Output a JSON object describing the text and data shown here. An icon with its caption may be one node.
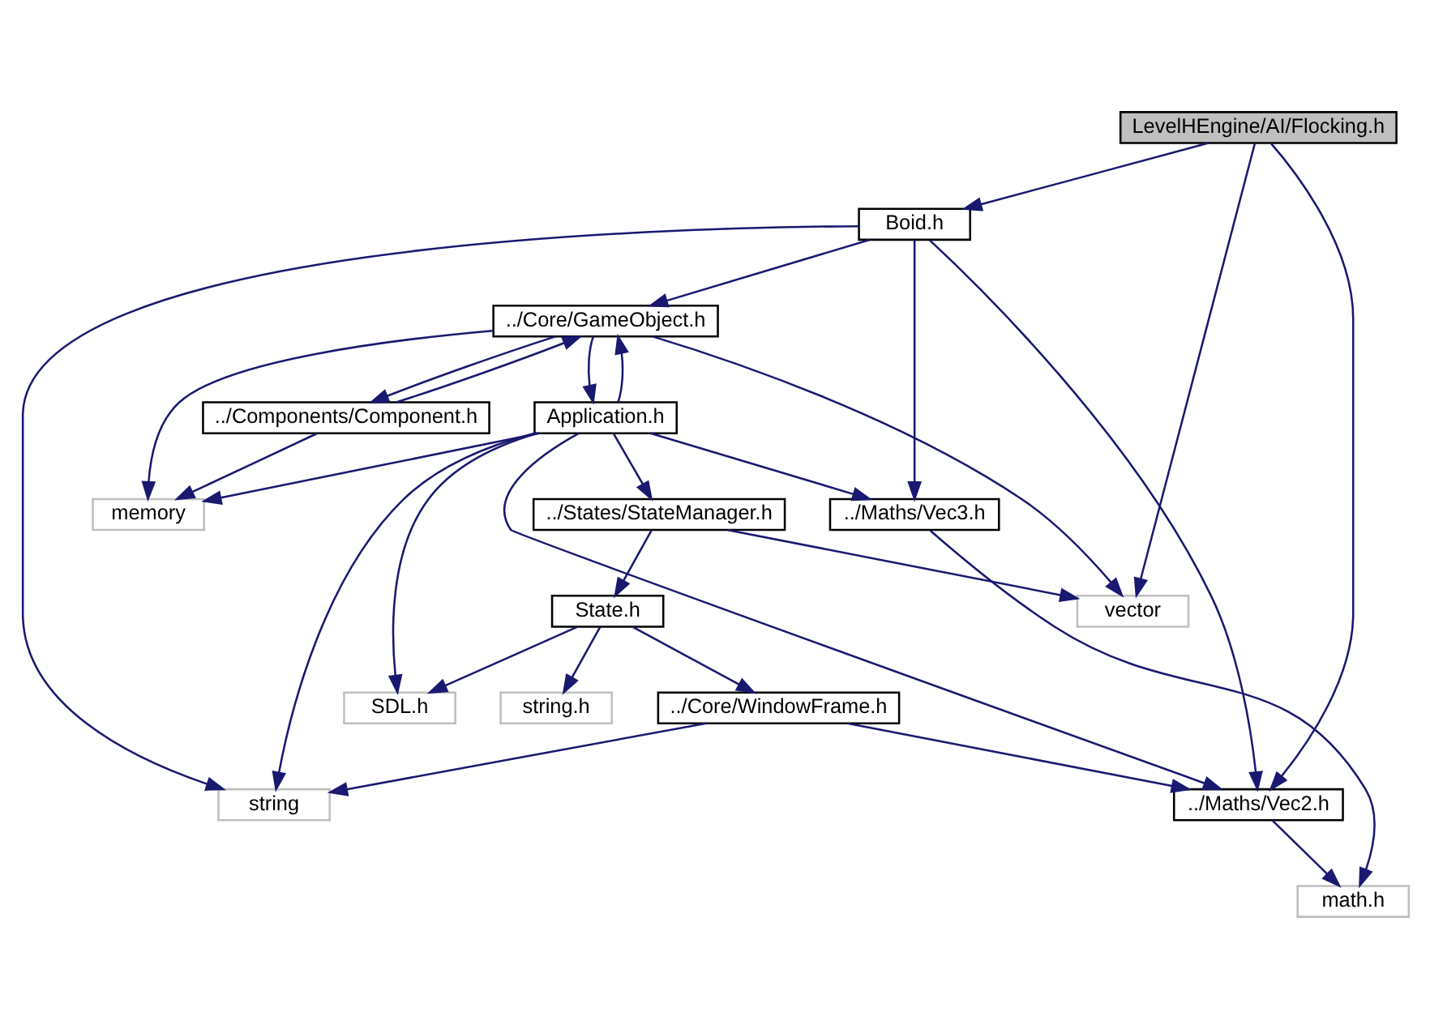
{
  "diagram": {
    "nodes": [
      {
        "text": [
          "LevelHEngine/AI/Flocking.h"
        ]
      },
      {
        "text": [
          "Boid.h"
        ]
      },
      {
        "text": [
          "../Core/GameObject.h"
        ]
      },
      {
        "text": [
          "Application.h"
        ]
      },
      {
        "text": [
          "../Components/Component.h"
        ]
      },
      {
        "text": [
          "memory"
        ]
      },
      {
        "text": [
          "../Maths/Vec3.h"
        ]
      },
      {
        "text": [
          "../States/StateManager.h"
        ]
      },
      {
        "text": [
          "vector"
        ]
      },
      {
        "text": [
          "State.h"
        ]
      },
      {
        "text": [
          "string.h"
        ]
      },
      {
        "text": [
          "../Core/WindowFrame.h"
        ]
      },
      {
        "text": [
          "SDL.h"
        ]
      },
      {
        "text": [
          "../Maths/Vec2.h"
        ]
      },
      {
        "text": [
          "string"
        ]
      },
      {
        "text": [
          "math.h"
        ]
      }
    ],
    "edges": [
      {
        "from": 0,
        "to": 1,
        "arrow": "to"
      },
      {
        "from": 0,
        "to": 8,
        "arrow": "to"
      },
      {
        "from": 0,
        "to": 13,
        "arrow": "to"
      },
      {
        "from": 1,
        "to": 2,
        "arrow": "to"
      },
      {
        "from": 1,
        "to": 13,
        "arrow": "to"
      },
      {
        "from": 1,
        "to": 14,
        "arrow": "to"
      },
      {
        "from": 1,
        "to": 6,
        "arrow": "to"
      },
      {
        "from": 2,
        "to": 3,
        "arrow": "to"
      },
      {
        "from": 2,
        "to": 8,
        "arrow": "to"
      },
      {
        "from": 2,
        "to": 4,
        "arrow": "to"
      },
      {
        "from": 2,
        "to": 5,
        "arrow": "to"
      },
      {
        "from": 3,
        "to": 2,
        "arrow": "to"
      },
      {
        "from": 3,
        "to": 7,
        "arrow": "to"
      },
      {
        "from": 3,
        "to": 13,
        "arrow": "to"
      },
      {
        "from": 3,
        "to": 5,
        "arrow": "to"
      },
      {
        "from": 3,
        "to": 6,
        "arrow": "to"
      },
      {
        "from": 3,
        "to": 12,
        "arrow": "to"
      },
      {
        "from": 3,
        "to": 14,
        "arrow": "to"
      },
      {
        "from": 4,
        "to": 2,
        "arrow": "to"
      },
      {
        "from": 4,
        "to": 5,
        "arrow": "to"
      },
      {
        "from": 7,
        "to": 8,
        "arrow": "to"
      },
      {
        "from": 7,
        "to": 9,
        "arrow": "to"
      },
      {
        "from": 9,
        "to": 10,
        "arrow": "to"
      },
      {
        "from": 9,
        "to": 11,
        "arrow": "to"
      },
      {
        "from": 9,
        "to": 12,
        "arrow": "to"
      },
      {
        "from": 11,
        "to": 13,
        "arrow": "to"
      },
      {
        "from": 11,
        "to": 14,
        "arrow": "to"
      },
      {
        "from": 13,
        "to": 15,
        "arrow": "to"
      },
      {
        "from": 6,
        "to": 15,
        "arrow": "to"
      }
    ]
  }
}
